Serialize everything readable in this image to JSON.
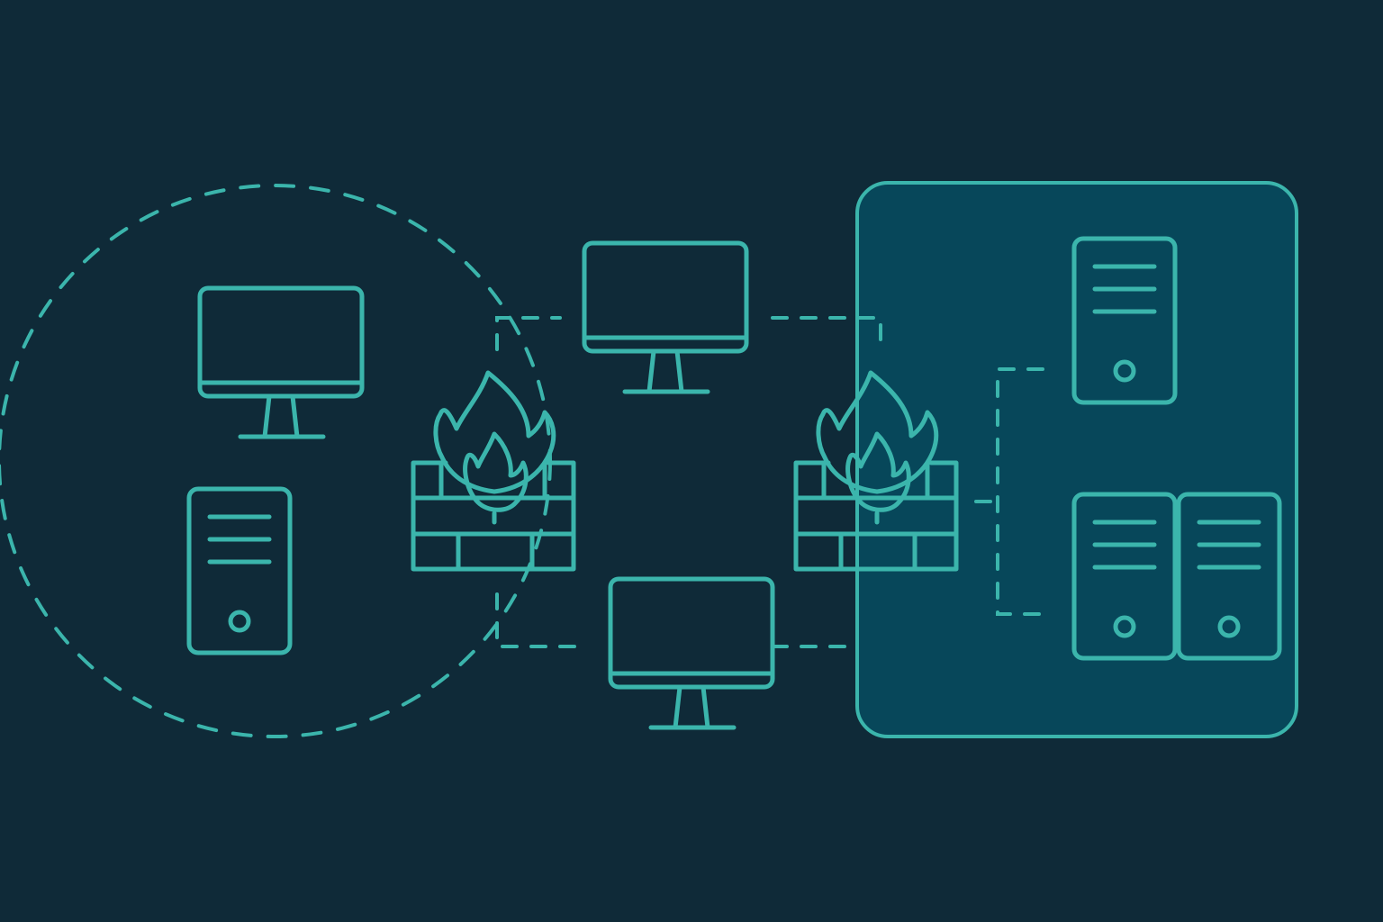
{
  "colors": {
    "background": "#0f2a38",
    "accent": "#3bb5ac",
    "zone_fill": "#07475a"
  },
  "nodes": {
    "local_network": {
      "shape": "dashed-circle",
      "icons": [
        "monitor-icon",
        "tower-server-icon"
      ]
    },
    "firewall_left": {
      "icon": "firewall-icon"
    },
    "dmz_monitor_top": {
      "icon": "monitor-icon"
    },
    "dmz_monitor_bottom": {
      "icon": "monitor-icon"
    },
    "firewall_right": {
      "icon": "firewall-icon"
    },
    "server_zone": {
      "shape": "rounded-rectangle",
      "icons": [
        "tower-server-icon",
        "tower-server-icon",
        "tower-server-icon"
      ]
    }
  },
  "connections": [
    {
      "from": "firewall_left",
      "to": "dmz_monitor_top",
      "style": "dashed"
    },
    {
      "from": "firewall_left",
      "to": "dmz_monitor_bottom",
      "style": "dashed"
    },
    {
      "from": "dmz_monitor_top",
      "to": "firewall_right",
      "style": "dashed"
    },
    {
      "from": "dmz_monitor_bottom",
      "to": "firewall_right",
      "style": "dashed"
    },
    {
      "from": "firewall_right",
      "to": "server_zone",
      "style": "dashed"
    }
  ]
}
